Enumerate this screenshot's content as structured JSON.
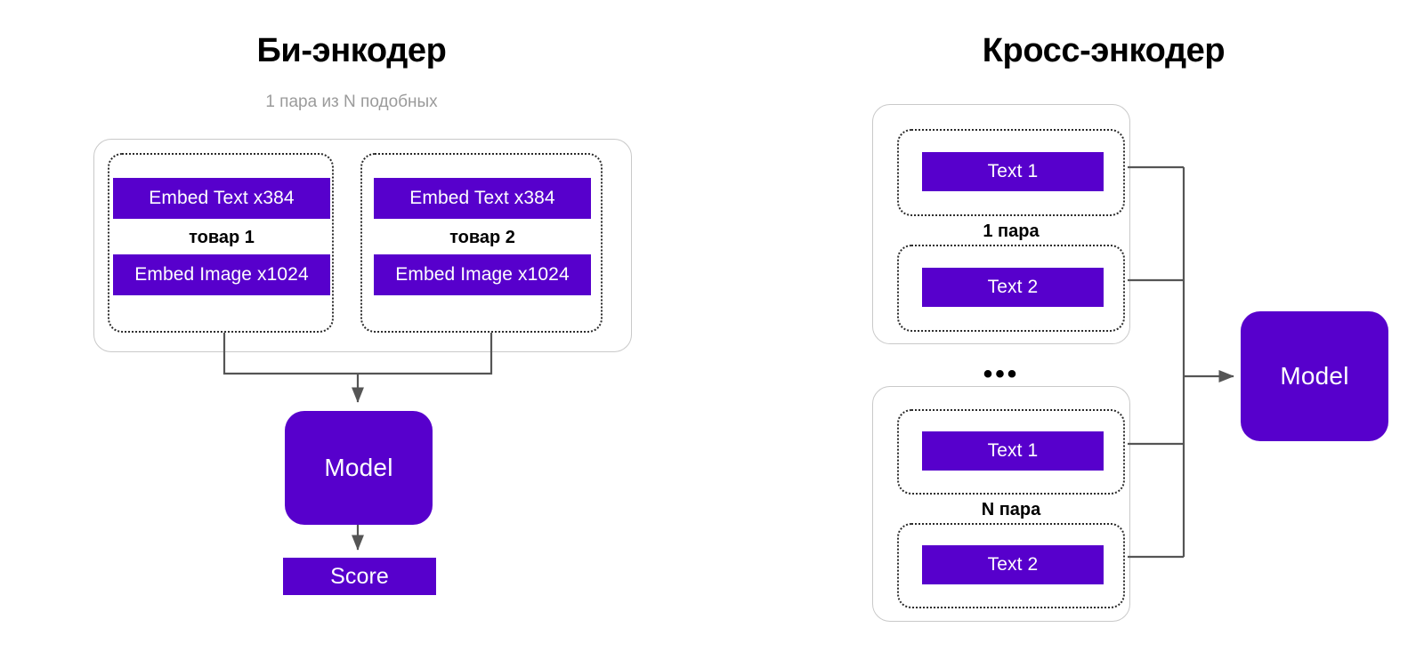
{
  "left_panel": {
    "title": "Би-энкодер",
    "subtitle": "1 пара из N подобных",
    "items": [
      {
        "label": "товар 1",
        "text_chip": "Embed Text x384",
        "image_chip": "Embed Image x1024"
      },
      {
        "label": "товар 2",
        "text_chip": "Embed Text x384",
        "image_chip": "Embed Image x1024"
      }
    ],
    "model_label": "Model",
    "score_label": "Score"
  },
  "right_panel": {
    "title": "Кросс-энкодер",
    "ellipsis": "•••",
    "groups": [
      {
        "label": "1 пара",
        "first_chip": "Text 1",
        "second_chip": "Text 2"
      },
      {
        "label": "N пара",
        "first_chip": "Text 1",
        "second_chip": "Text 2"
      }
    ],
    "model_label": "Model"
  },
  "colors": {
    "accent_purple": "#5700CC",
    "chip_text": "#FFFFFF",
    "outline_gray": "#C9C9C9",
    "dotted_black": "#2B2B2B",
    "wire_gray": "#555555",
    "subtitle_gray": "#9B9B9B"
  }
}
